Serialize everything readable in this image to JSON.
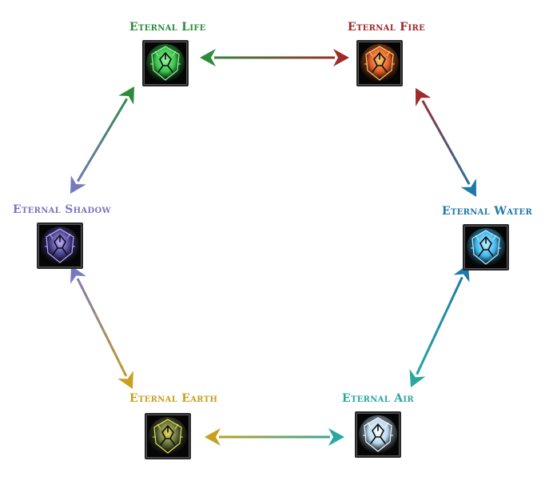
{
  "nodes": [
    {
      "id": "life",
      "label": "Eternal Life",
      "color": "#2e8b3e",
      "gem": "#36c24a",
      "glow": "#9bf5a0"
    },
    {
      "id": "fire",
      "label": "Eternal Fire",
      "color": "#a02a2a",
      "gem": "#e05a25",
      "glow": "#ffcf70"
    },
    {
      "id": "water",
      "label": "Eternal Water",
      "color": "#1f78a8",
      "gem": "#40b8f0",
      "glow": "#bff2ff"
    },
    {
      "id": "air",
      "label": "Eternal Air",
      "color": "#2aa8a0",
      "gem": "#b8d8f0",
      "glow": "#ffffff"
    },
    {
      "id": "earth",
      "label": "Eternal Earth",
      "color": "#c8a020",
      "gem": "#5a6a3a",
      "glow": "#f0e060"
    },
    {
      "id": "shadow",
      "label": "Eternal Shadow",
      "color": "#7878c0",
      "gem": "#4a4090",
      "glow": "#c0b0ff"
    }
  ]
}
